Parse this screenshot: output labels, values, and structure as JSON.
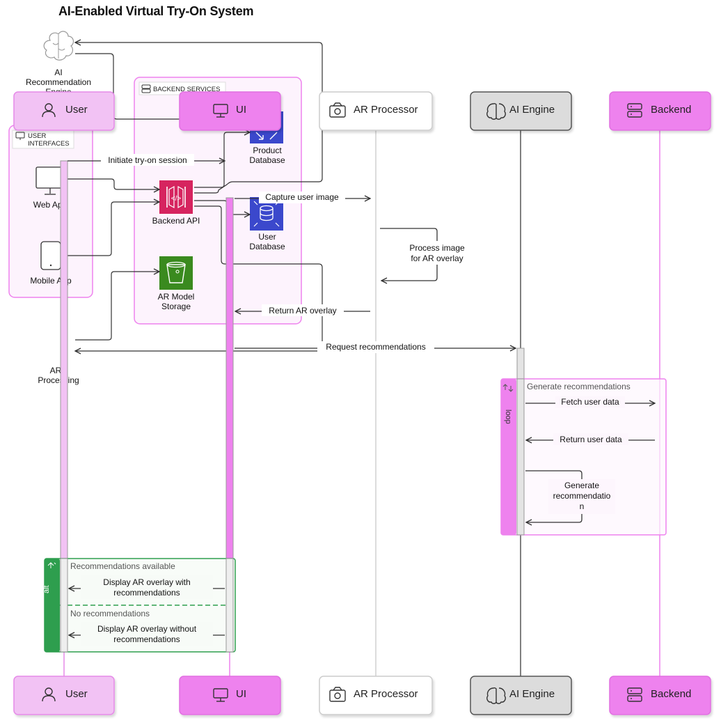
{
  "title": "AI-Enabled Virtual Try-On System",
  "participants": [
    {
      "id": "user",
      "label": "User",
      "icon": "user-icon"
    },
    {
      "id": "ui",
      "label": "UI",
      "icon": "monitor-icon"
    },
    {
      "id": "ar",
      "label": "AR Processor",
      "icon": "camera-icon"
    },
    {
      "id": "ai",
      "label": "AI Engine",
      "icon": "brain-icon"
    },
    {
      "id": "backend",
      "label": "Backend",
      "icon": "server-icon"
    }
  ],
  "architecture": {
    "ai_engine_label": [
      "AI",
      "Recommendation",
      "Engine"
    ],
    "user_interfaces_group": [
      "USER",
      "INTERFACES"
    ],
    "backend_services_group": "BACKEND SERVICES",
    "web_app": "Web App",
    "mobile_app": "Mobile App",
    "backend_api": "Backend API",
    "product_database": [
      "Product",
      "Database"
    ],
    "user_database": [
      "User",
      "Database"
    ],
    "ar_model_storage": [
      "AR Model",
      "Storage"
    ],
    "ar_processing": [
      "AR",
      "Processing"
    ]
  },
  "messages": {
    "initiate": "Initiate try-on session",
    "capture": "Capture user image",
    "process": [
      "Process image",
      "for AR overlay"
    ],
    "return_overlay": "Return AR overlay",
    "request_recs": "Request recommendations",
    "fetch_user": "Fetch user data",
    "return_user": "Return user data",
    "generate_self": [
      "Generate",
      "recommendatio",
      "n"
    ],
    "display_with": [
      "Display AR overlay with",
      "recommendations"
    ],
    "display_without": [
      "Display AR overlay without",
      "recommendations"
    ]
  },
  "loop": {
    "tag": "loop",
    "label": "Generate recommendations"
  },
  "alt": {
    "tag": "alt",
    "cond1": "Recommendations available",
    "cond2": "No recommendations"
  },
  "colors": {
    "user": "#f2c2f4",
    "ui": "#ee82ee",
    "ai": "#dcdcdc",
    "backend": "#ee82ee",
    "alt": "#2e9e4e",
    "aws_pink": "#d6245f",
    "aws_blue": "#3b48cc",
    "aws_green": "#3a8a1f"
  }
}
